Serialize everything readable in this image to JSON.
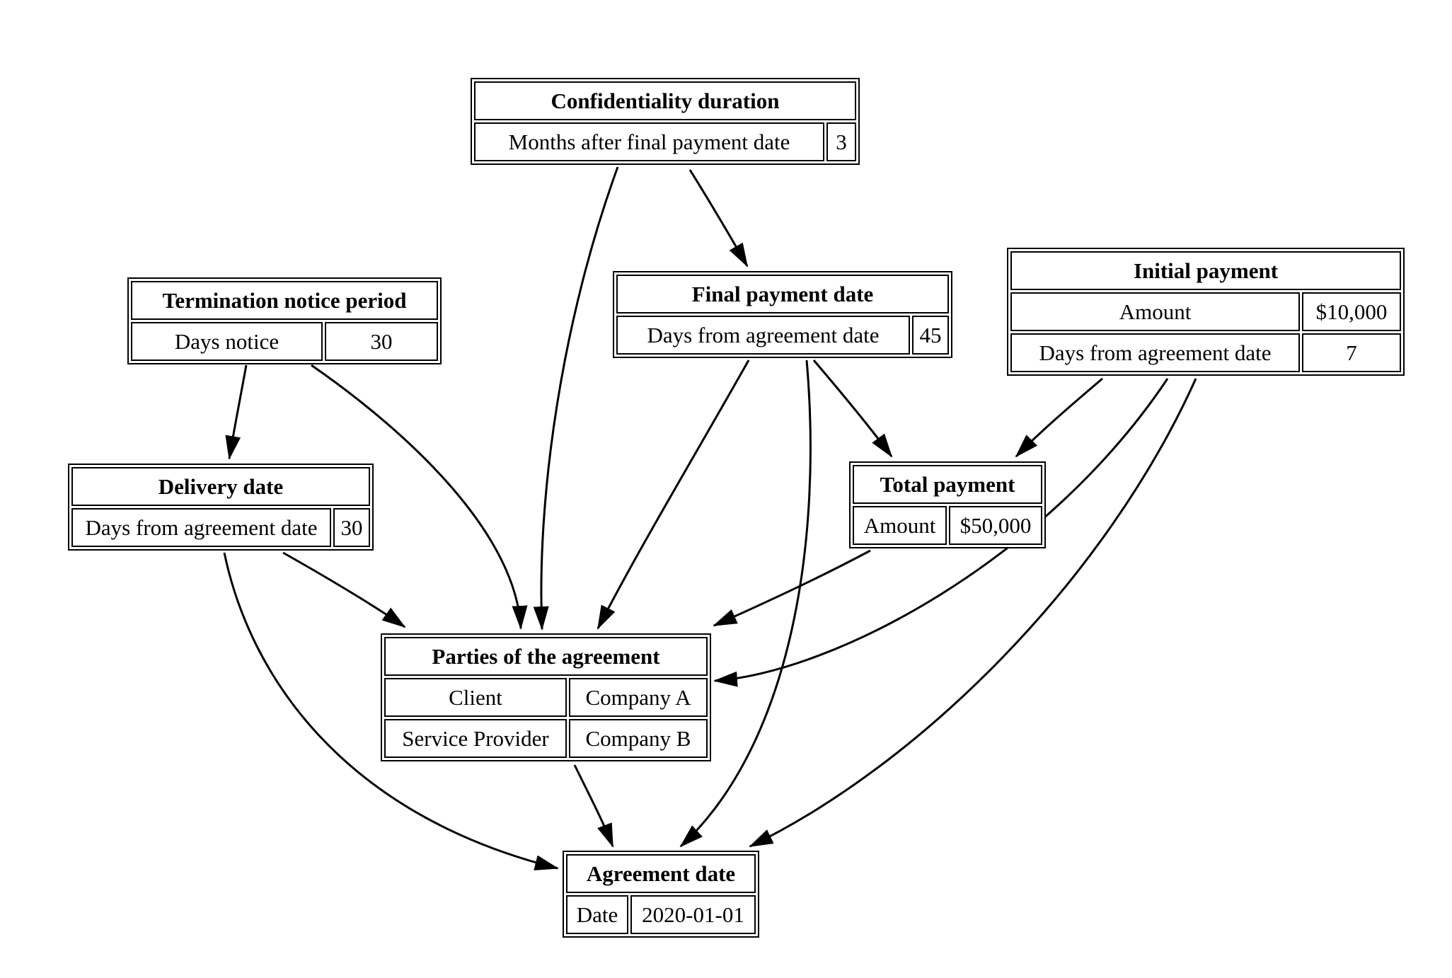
{
  "diagram": {
    "description": "Dependency graph of service agreement clauses",
    "colors": {
      "line": "#000000",
      "background": "#ffffff",
      "text": "#000000"
    },
    "nodes": [
      {
        "id": "confidentiality_duration",
        "title": "Confidentiality duration",
        "rows": [
          {
            "label": "Months after final payment date",
            "value": "3"
          }
        ]
      },
      {
        "id": "termination_notice_period",
        "title": "Termination notice period",
        "rows": [
          {
            "label": "Days notice",
            "value": "30"
          }
        ]
      },
      {
        "id": "final_payment_date",
        "title": "Final payment date",
        "rows": [
          {
            "label": "Days from agreement date",
            "value": "45"
          }
        ]
      },
      {
        "id": "initial_payment",
        "title": "Initial payment",
        "rows": [
          {
            "label": "Amount",
            "value": "$10,000"
          },
          {
            "label": "Days from agreement date",
            "value": "7"
          }
        ]
      },
      {
        "id": "delivery_date",
        "title": "Delivery date",
        "rows": [
          {
            "label": "Days from agreement date",
            "value": "30"
          }
        ]
      },
      {
        "id": "total_payment",
        "title": "Total payment",
        "rows": [
          {
            "label": "Amount",
            "value": "$50,000"
          }
        ]
      },
      {
        "id": "parties_of_the_agreement",
        "title": "Parties of the agreement",
        "rows": [
          {
            "label": "Client",
            "value": "Company A"
          },
          {
            "label": "Service Provider",
            "value": "Company B"
          }
        ]
      },
      {
        "id": "agreement_date",
        "title": "Agreement date",
        "rows": [
          {
            "label": "Date",
            "value": "2020-01-01"
          }
        ]
      }
    ],
    "edges": [
      {
        "from": "confidentiality_duration",
        "to": "parties_of_the_agreement"
      },
      {
        "from": "confidentiality_duration",
        "to": "final_payment_date"
      },
      {
        "from": "termination_notice_period",
        "to": "delivery_date"
      },
      {
        "from": "termination_notice_period",
        "to": "parties_of_the_agreement"
      },
      {
        "from": "final_payment_date",
        "to": "total_payment"
      },
      {
        "from": "final_payment_date",
        "to": "parties_of_the_agreement"
      },
      {
        "from": "final_payment_date",
        "to": "agreement_date"
      },
      {
        "from": "initial_payment",
        "to": "total_payment"
      },
      {
        "from": "initial_payment",
        "to": "parties_of_the_agreement"
      },
      {
        "from": "initial_payment",
        "to": "agreement_date"
      },
      {
        "from": "total_payment",
        "to": "parties_of_the_agreement"
      },
      {
        "from": "delivery_date",
        "to": "parties_of_the_agreement"
      },
      {
        "from": "delivery_date",
        "to": "agreement_date"
      },
      {
        "from": "parties_of_the_agreement",
        "to": "agreement_date"
      }
    ]
  }
}
